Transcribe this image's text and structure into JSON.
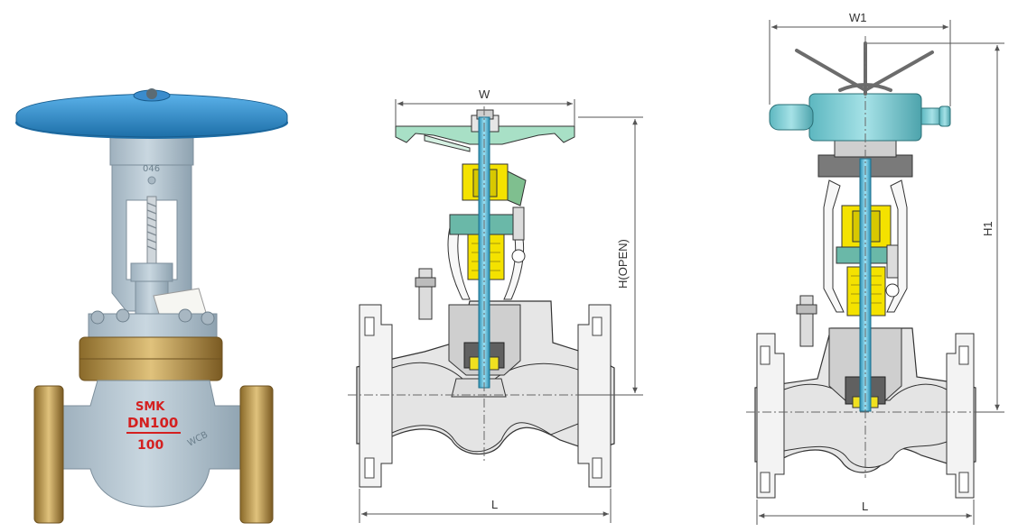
{
  "photo": {
    "brand": "SMK",
    "size": "DN100",
    "pressure": "100",
    "cast_top": "046",
    "cast_side": "WCB"
  },
  "manual_drawing": {
    "width_label": "W",
    "height_label": "H(OPEN)",
    "length_label": "L"
  },
  "electric_drawing": {
    "width_label": "W1",
    "height_label": "H1",
    "length_label": "L"
  },
  "colors": {
    "handwheel_blue": "#2f8fd0",
    "body_grey": "#b8c8d4",
    "brass": "#c9a65a",
    "stem_cyan": "#4fb6d6",
    "packing_yellow": "#f4e200",
    "housing_teal": "#7fcfd6"
  }
}
